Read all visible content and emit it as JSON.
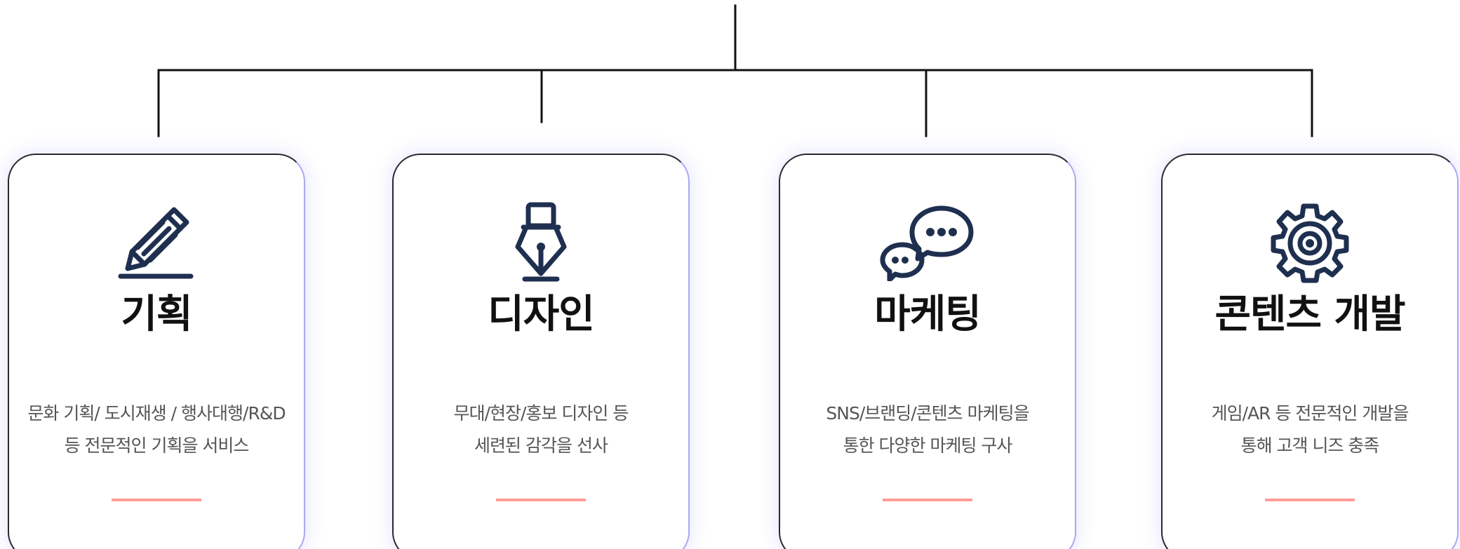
{
  "colors": {
    "line": "#111111",
    "icon": "#1f2f4f",
    "title": "#111111",
    "desc": "#555555",
    "accent": "#ff9d98",
    "card_glow": "#a9a8f4"
  },
  "cards": [
    {
      "icon": "pencil-icon",
      "title": "기획",
      "desc": [
        "문화 기획/ 도시재생 / 행사대행/R&D",
        "등 전문적인 기획을 서비스"
      ]
    },
    {
      "icon": "fountain-pen-icon",
      "title": "디자인",
      "desc": [
        "무대/현장/홍보 디자인 등",
        "세련된 감각을 선사"
      ]
    },
    {
      "icon": "chat-bubbles-icon",
      "title": "마케팅",
      "desc": [
        "SNS/브랜딩/콘텐츠 마케팅을",
        "통한 다양한 마케팅 구사"
      ]
    },
    {
      "icon": "gear-icon",
      "title": "콘텐츠 개발",
      "desc": [
        "게임/AR 등 전문적인 개발을",
        "통해 고객 니즈 충족"
      ]
    }
  ]
}
